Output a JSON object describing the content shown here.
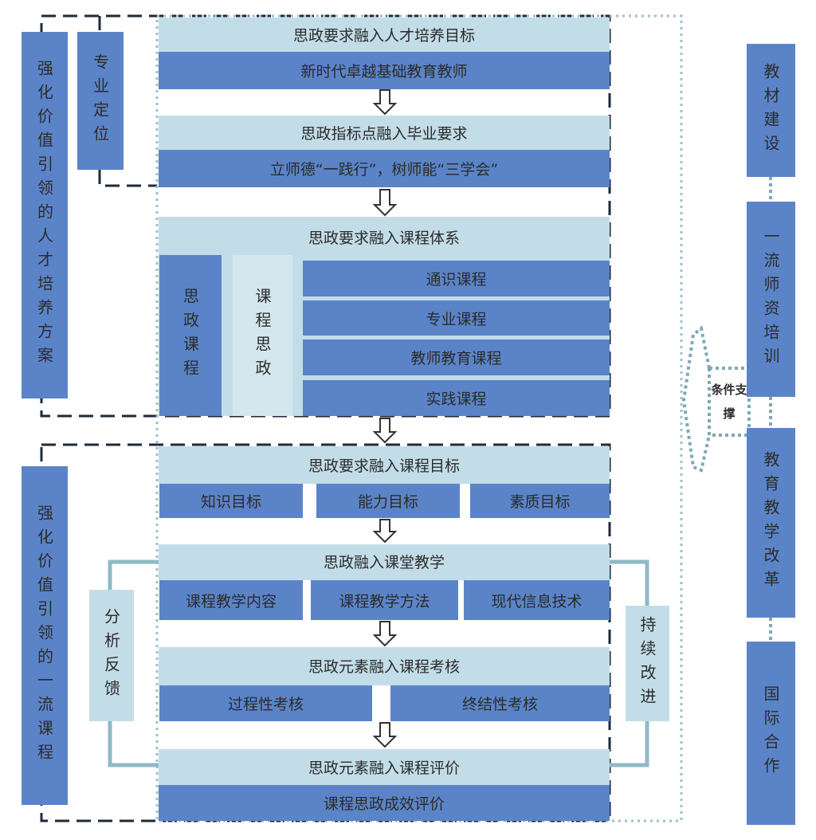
{
  "left": {
    "top": "强化价值引领的人才培养方案",
    "bottom": "强化价值引领的一流课程"
  },
  "positioning": "专业定位",
  "top": {
    "r1": "思政要求融入人才培养目标",
    "r1b": "新时代卓越基础教育教师",
    "r2": "思政指标点融入毕业要求",
    "r2b": "立师德“一践行”，树师能“三学会”",
    "r3": "思政要求融入课程体系",
    "sz": "思政课程",
    "kcsz": "课程思政",
    "courses": [
      "通识课程",
      "专业课程",
      "教师教育课程",
      "实践课程"
    ]
  },
  "bottom": {
    "r1": "思政要求融入课程目标",
    "goals": [
      "知识目标",
      "能力目标",
      "素质目标"
    ],
    "r2": "思政融入课堂教学",
    "teach": [
      "课程教学内容",
      "课程教学方法",
      "现代信息技术"
    ],
    "r3": "思政元素融入课程考核",
    "assess": [
      "过程性考核",
      "终结性考核"
    ],
    "r4": "思政元素融入课程评价",
    "r4b": "课程思政成效评价",
    "feedback": "分析反馈",
    "improve": "持续改进"
  },
  "right": {
    "support": "条件支撑",
    "items": [
      "教材建设",
      "一流师资培训",
      "教育教学改革",
      "国际合作"
    ]
  },
  "colors": {
    "dark": "#5b84c8",
    "light": "#c3dde8",
    "teal": "#8fb9c6"
  }
}
